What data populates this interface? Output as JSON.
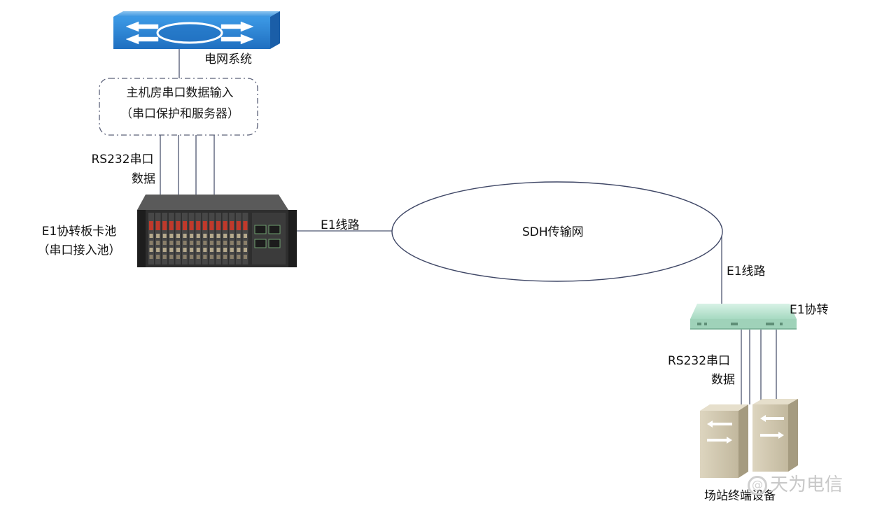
{
  "grid_system": {
    "label": "电网系统",
    "icon": "network-switch-icon"
  },
  "host_room": {
    "line1": "主机房串口数据输入",
    "line2": "（串口保护和服务器）"
  },
  "rs232_left": {
    "line1": "RS232串口",
    "line2": "数据"
  },
  "e1_pool": {
    "line1": "E1协转板卡池",
    "line2": "（串口接入池）",
    "icon": "rack-chassis-icon"
  },
  "e1_link_left": "E1线路",
  "sdh": {
    "label": "SDH传输网"
  },
  "e1_link_right": "E1线路",
  "e1_converter": {
    "label": "E1协转",
    "icon": "converter-device-icon"
  },
  "rs232_right": {
    "line1": "RS232串口",
    "line2": "数据"
  },
  "station": {
    "label": "场站终端设备",
    "icon": "server-tower-icon"
  },
  "watermark": {
    "symbol": "@",
    "text": "天为电信"
  },
  "colors": {
    "line": "#4d5670",
    "switch_blue": "#2f86d8",
    "rack_body": "#3a3a3a",
    "rack_red": "#c0392b",
    "converter_green": "#a8d8c0",
    "server_beige": "#cfc6b0"
  }
}
